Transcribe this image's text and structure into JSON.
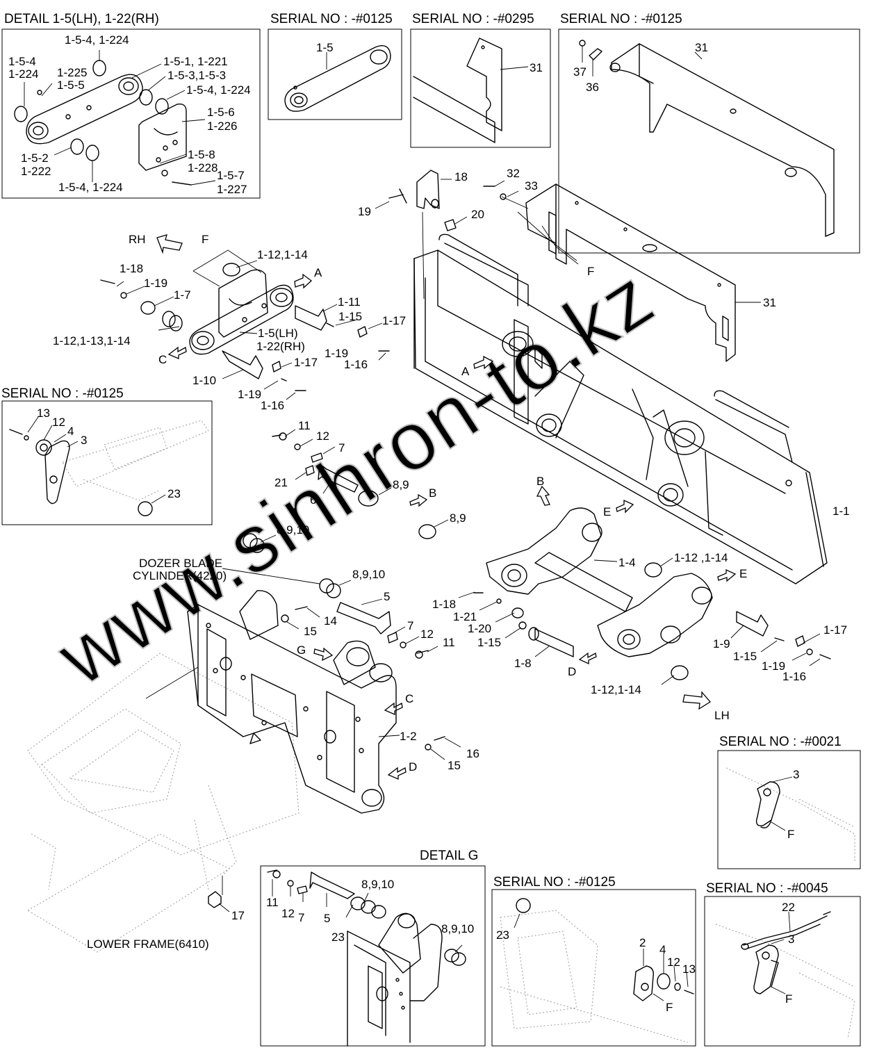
{
  "headers": {
    "detail_15": "DETAIL 1-5(LH), 1-22(RH)",
    "serial_0125_a": "SERIAL NO : -#0125",
    "serial_0295": "SERIAL NO : -#0295",
    "serial_0125_b": "SERIAL NO : -#0125",
    "serial_0125_c": "SERIAL NO : -#0125",
    "serial_0021": "SERIAL NO : -#0021",
    "detail_g": "DETAIL G",
    "serial_0125_d": "SERIAL NO : -#0125",
    "serial_0045": "SERIAL NO : -#0045"
  },
  "annotations": {
    "dozer_blade_cylinder_1": "DOZER BLADE",
    "dozer_blade_cylinder_2": "CYLINDER(4220)",
    "lower_frame": "LOWER FRAME(6410)",
    "rh": "RH",
    "lh": "LH",
    "watermark": "www.sinhron-to.kz"
  },
  "callouts": {
    "d_154_top": "1-5-4, 1-224",
    "d_1541": "1-5-4",
    "d_1224": "1-224",
    "d_1225": "1-225",
    "d_155": "1-5-5",
    "d_151": "1-5-1, 1-221",
    "d_153": "1-5-3,1-5-3",
    "d_154_mid": "1-5-4, 1-224",
    "d_156": "1-5-6",
    "d_1226": "1-226",
    "d_152": "1-5-2",
    "d_1222": "1-222",
    "d_158": "1-5-8",
    "d_1228": "1-228",
    "d_157": "1-5-7",
    "d_1227": "1-227",
    "d_154_bot": "1-5-4, 1-224",
    "s1_15": "1-5",
    "s2_31": "31",
    "s3_31": "31",
    "s3_37": "37",
    "s3_36": "36",
    "m_18": "18",
    "m_19": "19",
    "m_32": "32",
    "m_33": "33",
    "m_20": "20",
    "m_F_top": "F",
    "m_31": "31",
    "m_11_1": "1-1",
    "m_A_frame": "A",
    "m_B_frame": "B",
    "m_E_frame": "E",
    "r_F": "F",
    "r_1_12": "1-12,1-14",
    "r_A": "A",
    "r_1_18": "1-18",
    "r_1_19a": "1-19",
    "r_1_7": "1-7",
    "r_1_11": "1-11",
    "r_1_15": "1-15",
    "r_1_17a": "1-17",
    "r_1_12b": "1-12,1-13,1-14",
    "r_1_5lh": "1-5(LH)",
    "r_1_22rh": "1-22(RH)",
    "r_1_19b": "1-19",
    "r_1_16a": "1-16",
    "r_C": "C",
    "r_1_10": "1-10",
    "r_1_17b": "1-17",
    "r_1_19c": "1-19",
    "r_1_16b": "1-16",
    "c_13": "13",
    "c_12": "12",
    "c_4": "4",
    "c_3": "3",
    "c_23": "23",
    "p_11": "11",
    "p_12": "12",
    "p_7": "7",
    "p_21": "21",
    "p_6": "6",
    "p_89a": "8,9",
    "p_B": "B",
    "p_89b": "8,9",
    "p_8910a": "8,9,10",
    "p_8910b": "8,9,10",
    "p_5": "5",
    "p_14": "14",
    "p_15a": "15",
    "p_7b": "7",
    "p_12b": "12",
    "p_11b": "11",
    "p_G": "G",
    "p_C": "C",
    "p_12_plate": "1-2",
    "p_16": "16",
    "p_15b": "15",
    "p_D": "D",
    "p_17": "17",
    "l_14": "1-4",
    "l_112": "1-12 ,1-14",
    "l_E": "E",
    "l_118": "1-18",
    "l_121": "1-21",
    "l_120": "1-20",
    "l_115a": "1-15",
    "l_18": "1-8",
    "l_D": "D",
    "l_112b": "1-12,1-14",
    "l_19": "1-9",
    "l_115b": "1-15",
    "l_117": "1-17",
    "l_119": "1-19",
    "l_116": "1-16",
    "s21_3": "3",
    "s21_F": "F",
    "g_11": "11",
    "g_12": "12",
    "g_7": "7",
    "g_5": "5",
    "g_8910a": "8,9,10",
    "g_23": "23",
    "g_8910b": "8,9,10",
    "s4_23": "23",
    "s4_2": "2",
    "s4_4": "4",
    "s4_12": "12",
    "s4_13": "13",
    "s4_F": "F",
    "s45_22": "22",
    "s45_3": "3",
    "s45_F": "F"
  }
}
